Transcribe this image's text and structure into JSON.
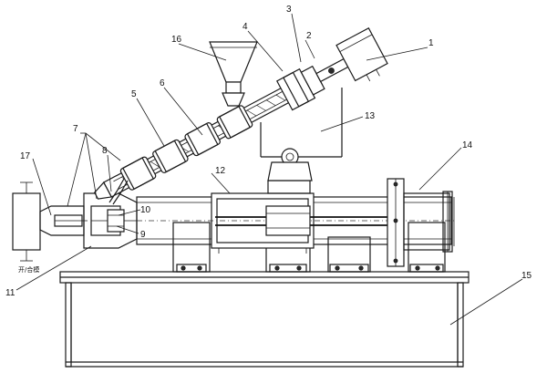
{
  "labels": {
    "n1": "1",
    "n2": "2",
    "n3": "3",
    "n4": "4",
    "n5": "5",
    "n6": "6",
    "n7": "7",
    "n8": "8",
    "n9": "9",
    "n10": "10",
    "n11": "11",
    "n12": "12",
    "n13": "13",
    "n14": "14",
    "n15": "15",
    "n16": "16",
    "n17": "17"
  },
  "mold_note": "开/合模"
}
